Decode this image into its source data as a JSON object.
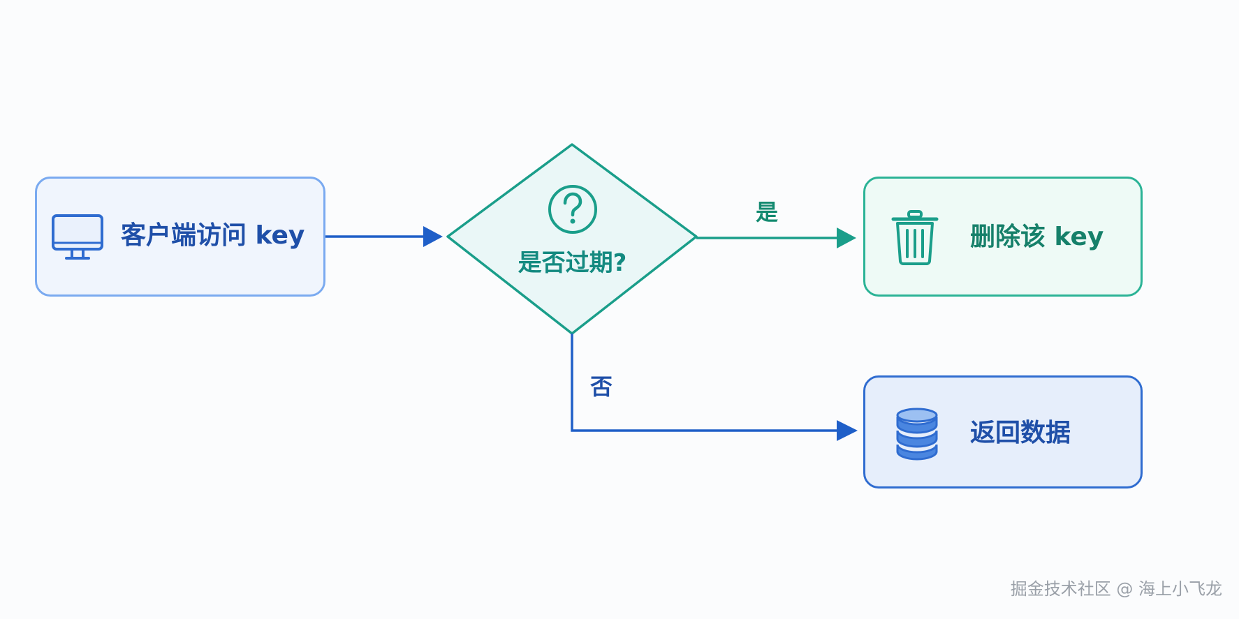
{
  "nodes": {
    "client": {
      "label": "客户端访问 key",
      "icon": "monitor-icon"
    },
    "decision": {
      "label": "是否过期?",
      "icon": "question-icon"
    },
    "delete": {
      "label": "删除该 key",
      "icon": "trash-icon"
    },
    "return": {
      "label": "返回数据",
      "icon": "database-icon"
    }
  },
  "edges": {
    "yes_label": "是",
    "no_label": "否"
  },
  "watermark": "掘金技术社区 @ 海上小飞龙",
  "colors": {
    "blue": "#1f5fc8",
    "teal": "#1a9e8a",
    "background": "#fbfcfd"
  }
}
